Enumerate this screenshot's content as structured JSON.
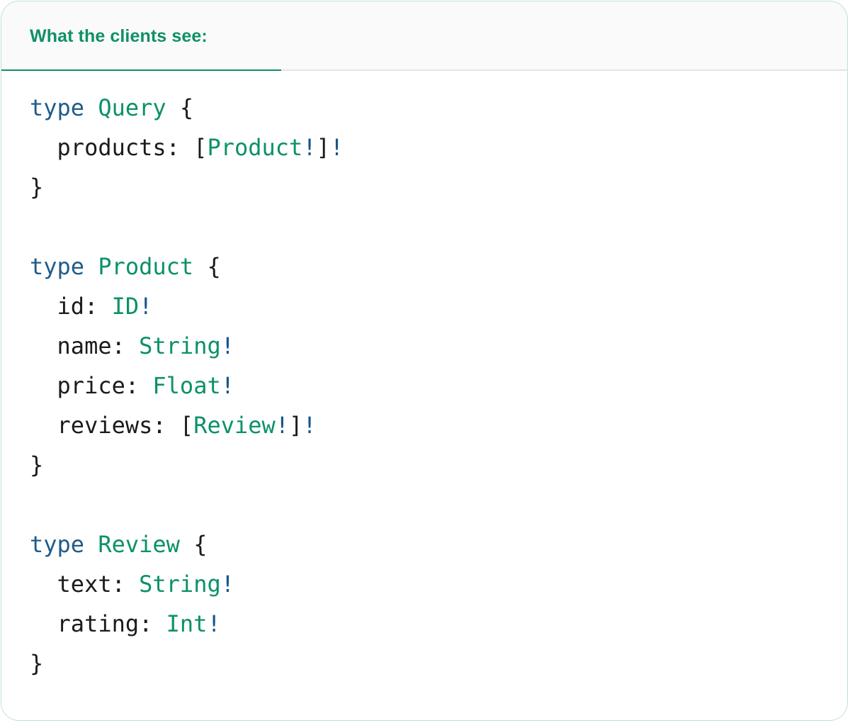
{
  "card": {
    "border_color": "#bfe0cf",
    "background": "#ffffff"
  },
  "tabs": {
    "active_index": 0,
    "items": [
      {
        "label": "What the clients see:",
        "active": true
      }
    ],
    "accent_color": "#0f9068",
    "bar_background": "#fafafa",
    "divider_color": "#e4e4e4"
  },
  "editor": {
    "language": "graphql",
    "colors": {
      "keyword": "#1f5c8b",
      "type_name": "#0b9169",
      "punctuation": "#1b1b1b",
      "non_null": "#17558a"
    },
    "lines": [
      {
        "tokens": [
          {
            "t": "type",
            "c": "k"
          },
          {
            "t": " ",
            "c": "p"
          },
          {
            "t": "Query",
            "c": "tn"
          },
          {
            "t": " {",
            "c": "p"
          }
        ]
      },
      {
        "tokens": [
          {
            "t": "  products: ",
            "c": "p"
          },
          {
            "t": "[",
            "c": "p"
          },
          {
            "t": "Product",
            "c": "tn"
          },
          {
            "t": "!",
            "c": "bang"
          },
          {
            "t": "]",
            "c": "p"
          },
          {
            "t": "!",
            "c": "bang"
          }
        ]
      },
      {
        "tokens": [
          {
            "t": "}",
            "c": "p"
          }
        ]
      },
      {
        "tokens": []
      },
      {
        "tokens": [
          {
            "t": "type",
            "c": "k"
          },
          {
            "t": " ",
            "c": "p"
          },
          {
            "t": "Product",
            "c": "tn"
          },
          {
            "t": " {",
            "c": "p"
          }
        ]
      },
      {
        "tokens": [
          {
            "t": "  id: ",
            "c": "p"
          },
          {
            "t": "ID",
            "c": "tn"
          },
          {
            "t": "!",
            "c": "bang"
          }
        ]
      },
      {
        "tokens": [
          {
            "t": "  name: ",
            "c": "p"
          },
          {
            "t": "String",
            "c": "tn"
          },
          {
            "t": "!",
            "c": "bang"
          }
        ]
      },
      {
        "tokens": [
          {
            "t": "  price: ",
            "c": "p"
          },
          {
            "t": "Float",
            "c": "tn"
          },
          {
            "t": "!",
            "c": "bang"
          }
        ]
      },
      {
        "tokens": [
          {
            "t": "  reviews: ",
            "c": "p"
          },
          {
            "t": "[",
            "c": "p"
          },
          {
            "t": "Review",
            "c": "tn"
          },
          {
            "t": "!",
            "c": "bang"
          },
          {
            "t": "]",
            "c": "p"
          },
          {
            "t": "!",
            "c": "bang"
          }
        ]
      },
      {
        "tokens": [
          {
            "t": "}",
            "c": "p"
          }
        ]
      },
      {
        "tokens": []
      },
      {
        "tokens": [
          {
            "t": "type",
            "c": "k"
          },
          {
            "t": " ",
            "c": "p"
          },
          {
            "t": "Review",
            "c": "tn"
          },
          {
            "t": " {",
            "c": "p"
          }
        ]
      },
      {
        "tokens": [
          {
            "t": "  text: ",
            "c": "p"
          },
          {
            "t": "String",
            "c": "tn"
          },
          {
            "t": "!",
            "c": "bang"
          }
        ]
      },
      {
        "tokens": [
          {
            "t": "  rating: ",
            "c": "p"
          },
          {
            "t": "Int",
            "c": "tn"
          },
          {
            "t": "!",
            "c": "bang"
          }
        ]
      },
      {
        "tokens": [
          {
            "t": "}",
            "c": "p"
          }
        ]
      }
    ]
  }
}
